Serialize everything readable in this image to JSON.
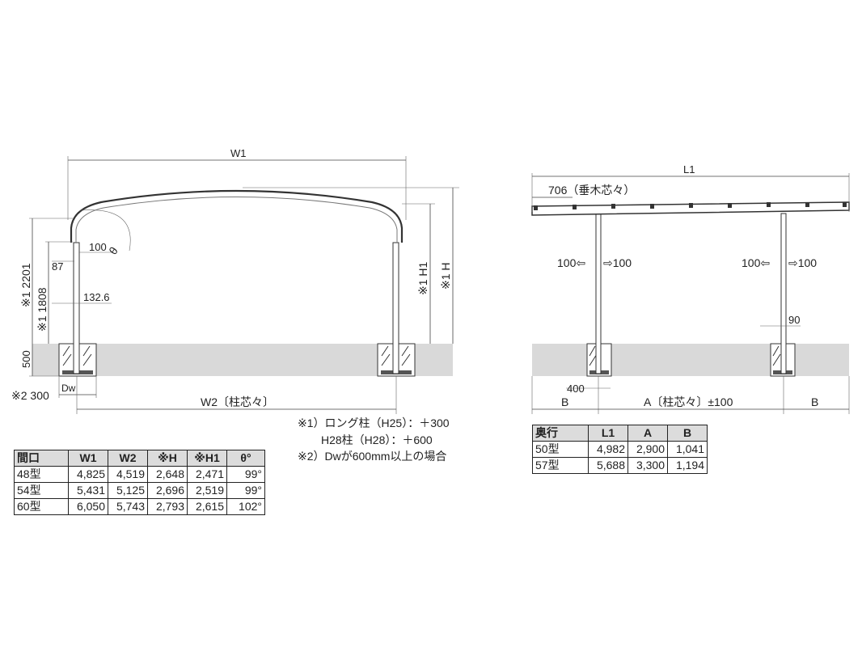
{
  "front": {
    "w1": "W1",
    "w2": "W2〔柱芯々〕",
    "h": "※1 H",
    "h1": "※1 H1",
    "h2201": "※1 2201",
    "h1808": "※1 1808",
    "ground500": "500",
    "d300": "※2 300",
    "dw": "Dw",
    "d100": "100",
    "theta": "θ",
    "d87": "87",
    "d132": "132.6"
  },
  "side": {
    "l1": "L1",
    "rafter": "706（垂木芯々）",
    "arrow_left_1": "100⇦",
    "arrow_right_1": "⇨100",
    "arrow_left_2": "100⇦",
    "arrow_right_2": "⇨100",
    "d90": "90",
    "d400": "400",
    "b_left": "B",
    "a": "A〔柱芯々〕±100",
    "b_right": "B"
  },
  "notes": {
    "line1": "※1）ロング柱（H25）：＋300",
    "line2": "H28柱（H28）：＋600",
    "line3": "※2）Dwが600mm以上の場合"
  },
  "table_front": {
    "headers": [
      "間口",
      "W1",
      "W2",
      "※H",
      "※H1",
      "θ°"
    ],
    "rows": [
      [
        "48型",
        "4,825",
        "4,519",
        "2,648",
        "2,471",
        "99°"
      ],
      [
        "54型",
        "5,431",
        "5,125",
        "2,696",
        "2,519",
        "99°"
      ],
      [
        "60型",
        "6,050",
        "5,743",
        "2,793",
        "2,615",
        "102°"
      ]
    ]
  },
  "table_side": {
    "headers": [
      "奥行",
      "L1",
      "A",
      "B"
    ],
    "rows": [
      [
        "50型",
        "4,982",
        "2,900",
        "1,041"
      ],
      [
        "57型",
        "5,688",
        "3,300",
        "1,194"
      ]
    ]
  }
}
